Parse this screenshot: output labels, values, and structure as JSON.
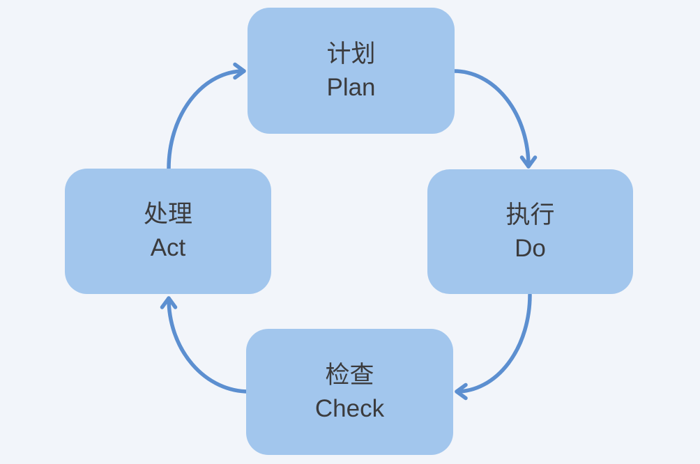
{
  "colors": {
    "background": "#f2f5fa",
    "node_fill": "#a2c6ed",
    "arrow": "#5c8fd0",
    "text": "#3b3b3d"
  },
  "nodes": [
    {
      "id": "plan",
      "label_zh": "计划",
      "label_en": "Plan"
    },
    {
      "id": "do",
      "label_zh": "执行",
      "label_en": "Do"
    },
    {
      "id": "check",
      "label_zh": "检查",
      "label_en": "Check"
    },
    {
      "id": "act",
      "label_zh": "处理",
      "label_en": "Act"
    }
  ]
}
